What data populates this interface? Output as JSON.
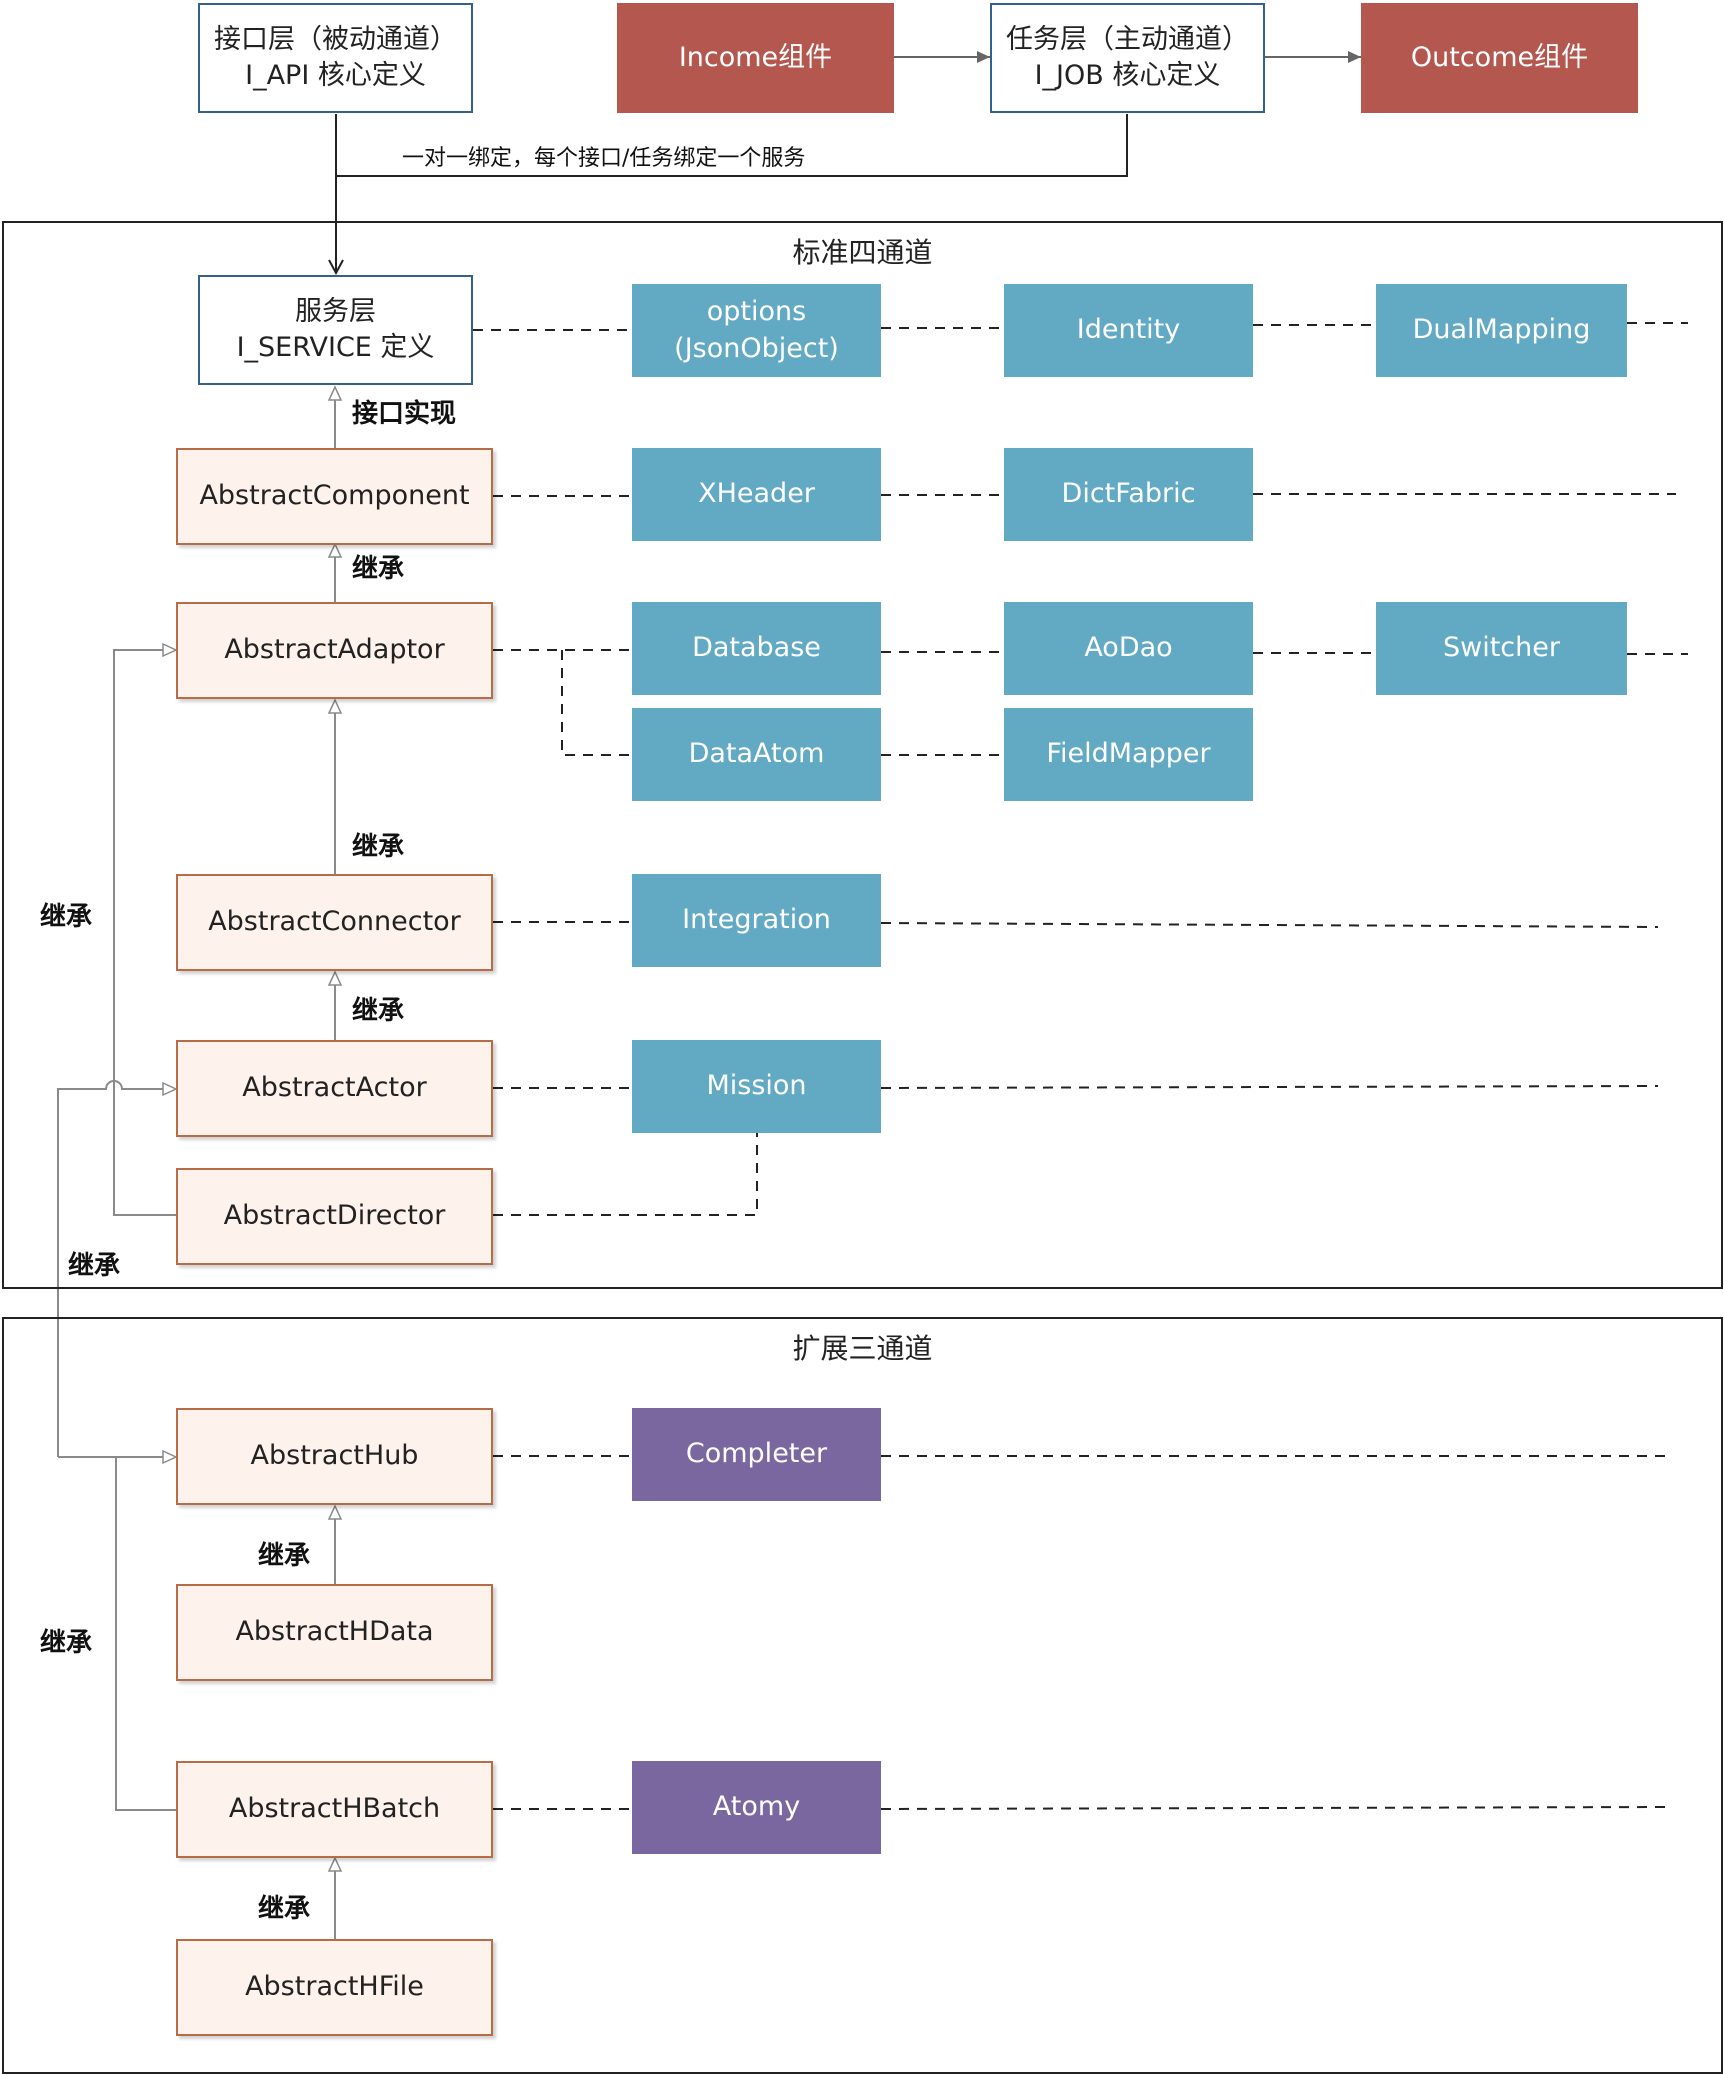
{
  "top": {
    "api_layer": [
      "接口层（被动通道）",
      "I_API 核心定义"
    ],
    "income": "Income组件",
    "job_layer": [
      "任务层（主动通道）",
      "I_JOB 核心定义"
    ],
    "outcome": "Outcome组件",
    "binding_note": "一对一绑定，每个接口/任务绑定一个服务"
  },
  "standard": {
    "title": "标准四通道",
    "service": [
      "服务层",
      "I_SERVICE 定义"
    ],
    "impl_label": "接口实现",
    "classes": {
      "component": "AbstractComponent",
      "adaptor": "AbstractAdaptor",
      "connector": "AbstractConnector",
      "actor": "AbstractActor",
      "director": "AbstractDirector"
    },
    "inherit_labels": {
      "component_adaptor": "继承",
      "adaptor_connector": "继承",
      "connector_actor": "继承",
      "left_vertical": "继承",
      "bottom_left": "继承"
    },
    "features": {
      "options": [
        "options",
        "(JsonObject)"
      ],
      "identity": "Identity",
      "dual_mapping": "DualMapping",
      "xheader": "XHeader",
      "dict_fabric": "DictFabric",
      "database": "Database",
      "aodao": "AoDao",
      "switcher": "Switcher",
      "data_atom": "DataAtom",
      "field_mapper": "FieldMapper",
      "integration": "Integration",
      "mission": "Mission"
    }
  },
  "extension": {
    "title": "扩展三通道",
    "classes": {
      "hub": "AbstractHub",
      "hdata": "AbstractHData",
      "hbatch": "AbstractHBatch",
      "hfile": "AbstractHFile"
    },
    "inherit_labels": {
      "hub_hdata": "继承",
      "left_vertical": "继承",
      "hbatch_hfile": "继承"
    },
    "features": {
      "completer": "Completer",
      "atomy": "Atomy"
    }
  },
  "colors": {
    "definition_border": "#35608c",
    "component_red": "#b3574f",
    "class_fill": "#fdf2ec",
    "class_border": "#b86b47",
    "feature_blue": "#62a9c4",
    "feature_purple": "#7a67a0",
    "connector_gray": "#8a8a8a"
  }
}
